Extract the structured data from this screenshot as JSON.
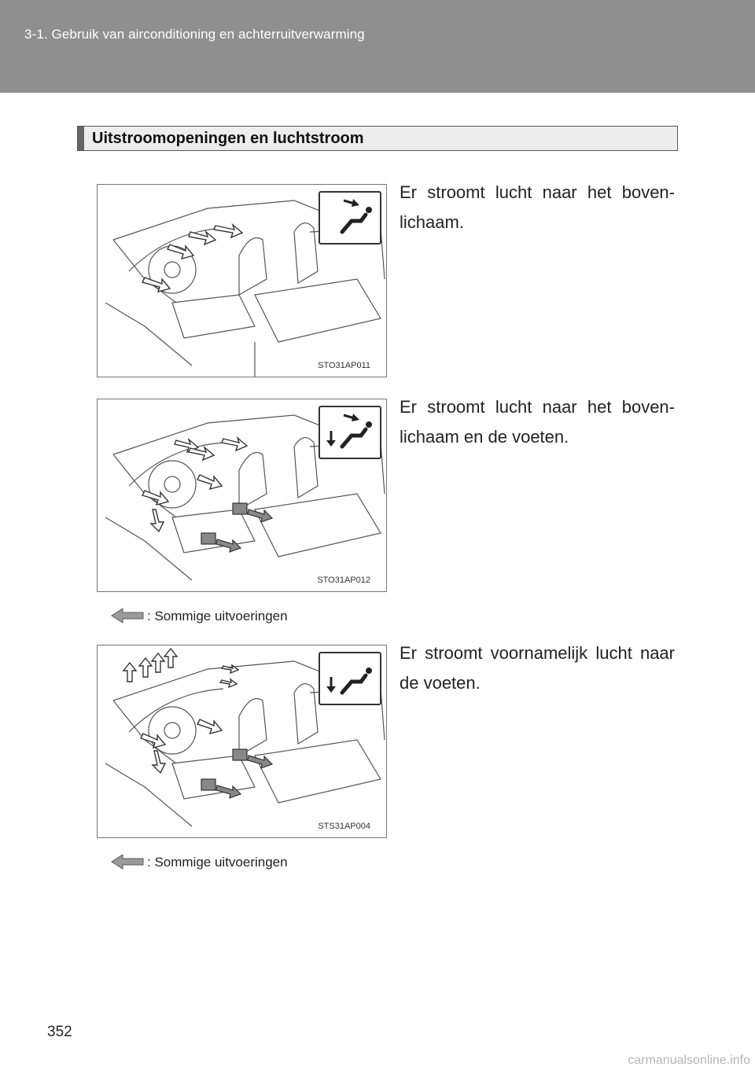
{
  "header": {
    "title": "3-1. Gebruik van airconditioning en achterruitverwarming"
  },
  "section": {
    "heading": "Uitstroomopeningen en luchtstroom"
  },
  "entries": [
    {
      "description": "Er stroomt lucht naar het boven-lichaam.",
      "figure_code": "STO31AP011",
      "icon": "air-to-upper-body-icon"
    },
    {
      "description": "Er stroomt lucht naar het boven-lichaam en de voeten.",
      "figure_code": "STO31AP012",
      "icon": "air-to-upper-body-and-feet-icon",
      "note": ": Sommige uitvoeringen"
    },
    {
      "description": "Er stroomt voornamelijk lucht naar de voeten.",
      "figure_code": "STS31AP004",
      "icon": "air-to-feet-icon",
      "note": ": Sommige uitvoeringen"
    }
  ],
  "page_number": "352",
  "watermark": "carmanualsonline.info"
}
